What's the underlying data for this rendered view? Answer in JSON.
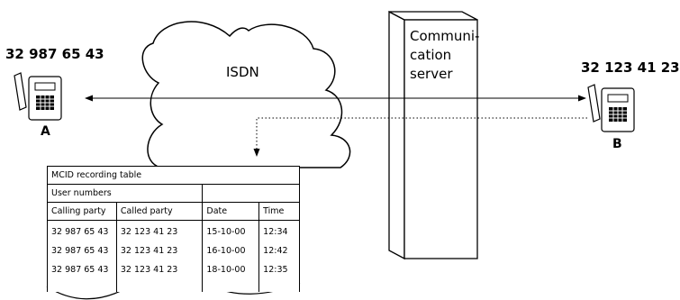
{
  "phone_a": {
    "number": "32 987 65 43",
    "label": "A"
  },
  "phone_b": {
    "number": "32 123 41 23",
    "label": "B"
  },
  "network": {
    "label": "ISDN"
  },
  "server": {
    "line1": "Communi-",
    "line2": "cation",
    "line3": "server"
  },
  "table": {
    "title": "MCID recording table",
    "group_header": "User numbers",
    "columns": [
      "Calling party",
      "Called party",
      "Date",
      "Time"
    ],
    "rows": [
      [
        "32 987 65 43",
        "32 123 41 23",
        "15-10-00",
        "12:34"
      ],
      [
        "32 987 65 43",
        "32 123 41 23",
        "16-10-00",
        "12:42"
      ],
      [
        "32 987 65 43",
        "32 123 41 23",
        "18-10-00",
        "12:35"
      ]
    ]
  }
}
